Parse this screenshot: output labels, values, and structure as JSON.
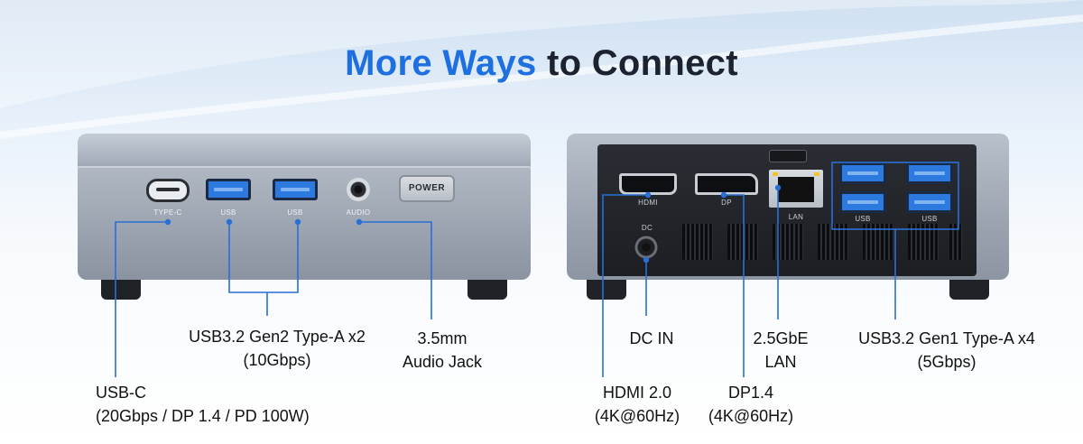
{
  "title": {
    "part1": "More Ways",
    "part2": "to Connect"
  },
  "front_ports": {
    "typec": "TYPE-C",
    "usb1": "USB",
    "usb2": "USB",
    "audio": "AUDIO",
    "power": "POWER"
  },
  "back_ports": {
    "hdmi": "HDMI",
    "dp": "DP",
    "dc": "DC",
    "lan": "LAN",
    "usb1": "USB",
    "usb2": "USB"
  },
  "callouts": {
    "usbc": {
      "line1": "USB-C",
      "line2": "(20Gbps / DP 1.4 / PD 100W)"
    },
    "usba_gen2": {
      "line1": "USB3.2 Gen2 Type-A x2",
      "line2": "(10Gbps)"
    },
    "audio": {
      "line1": "3.5mm",
      "line2": "Audio Jack"
    },
    "dcin": {
      "line1": "DC IN"
    },
    "hdmi": {
      "line1": "HDMI 2.0",
      "line2": "(4K@60Hz)"
    },
    "dp": {
      "line1": "DP1.4",
      "line2": "(4K@60Hz)"
    },
    "lan": {
      "line1": "2.5GbE",
      "line2": "LAN"
    },
    "usba_gen1": {
      "line1": "USB3.2 Gen1 Type-A x4",
      "line2": "(5Gbps)"
    }
  },
  "colors": {
    "accent": "#1e6fe0",
    "line": "#2a6fd6",
    "text": "#1d2230"
  }
}
